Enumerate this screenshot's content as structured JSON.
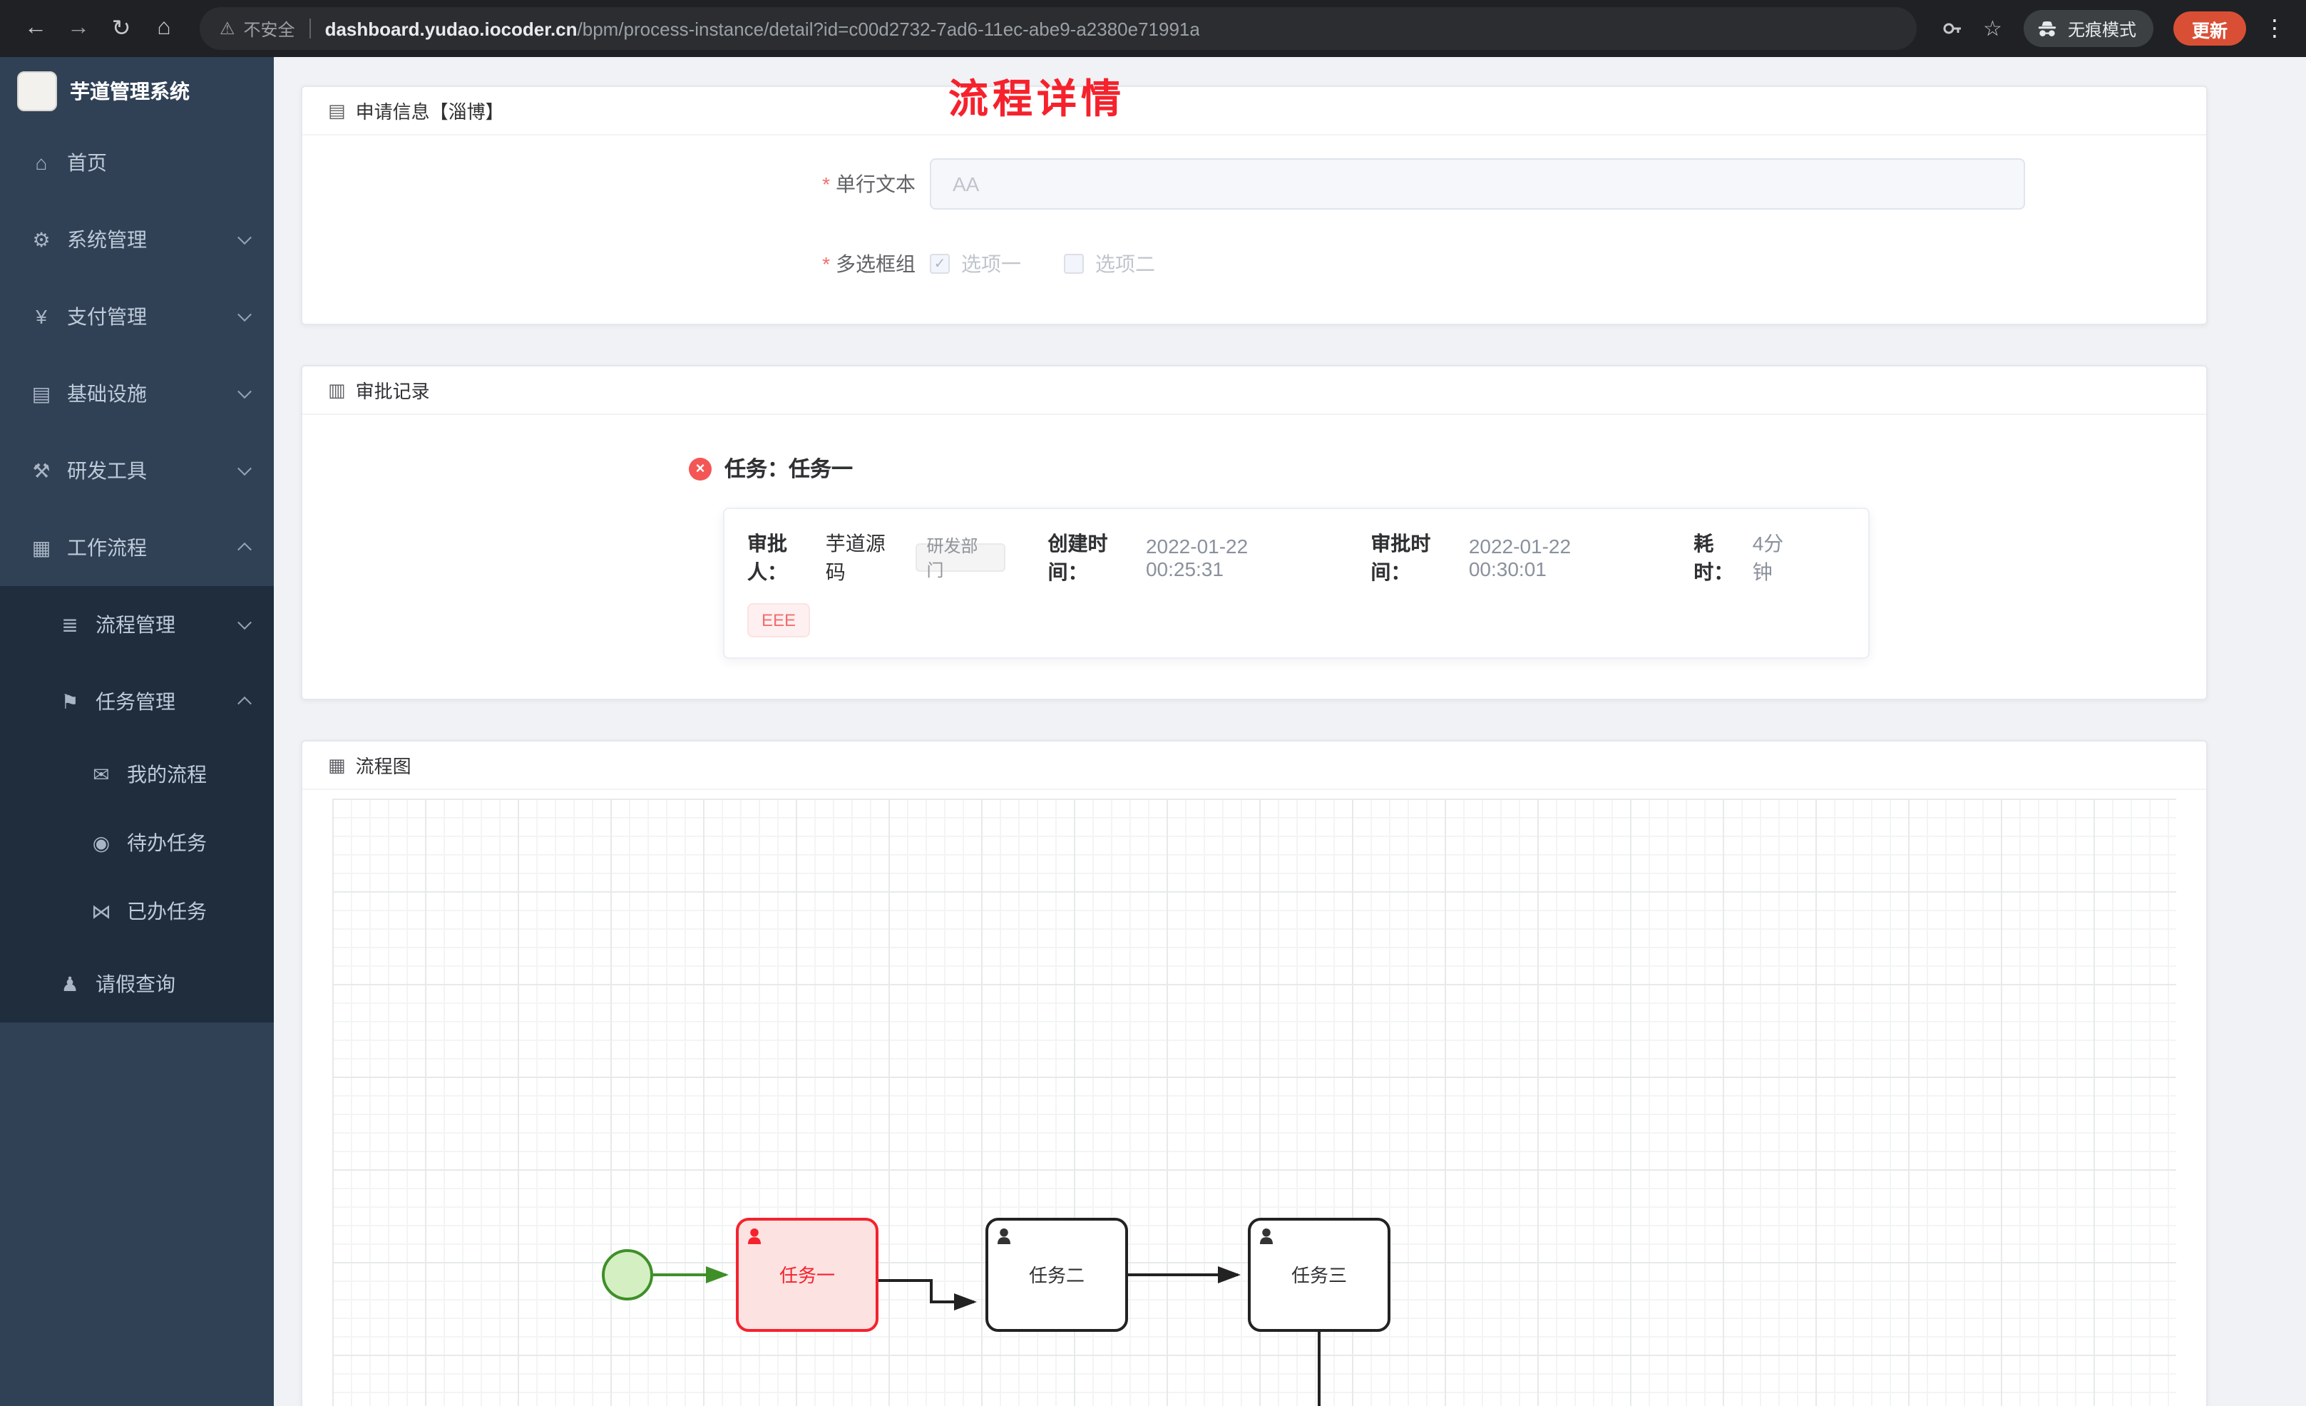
{
  "colors": {
    "title_red": "#f5222d",
    "sidebar_bg": "#304156",
    "submenu_bg": "#1f2d3d",
    "update_button_bg": "#d94f35",
    "danger": "#f56c6c",
    "success_green": "#3f8f29",
    "main_bg": "#f0f2f5"
  },
  "icons": {
    "back": "←",
    "forward": "→",
    "reload": "↻",
    "home": "⌂",
    "warning": "⚠",
    "star": "☆",
    "menu": "⋮",
    "error": "×",
    "check": "✓"
  },
  "browser": {
    "security_label": "不安全",
    "url_host": "dashboard.yudao.iocoder.cn",
    "url_path": "/bpm/process-instance/detail?id=c00d2732-7ad6-11ec-abe9-a2380e71991a",
    "incognito_label": "无痕模式",
    "update_label": "更新"
  },
  "sidebar": {
    "logo_title": "芋道管理系统",
    "items": [
      {
        "label": "首页",
        "icon": "dashboard-icon",
        "glyph": "⌂",
        "level": 1
      },
      {
        "label": "系统管理",
        "icon": "gear-icon",
        "glyph": "⚙",
        "level": 1,
        "chevron": "down"
      },
      {
        "label": "支付管理",
        "icon": "yen-icon",
        "glyph": "¥",
        "level": 1,
        "chevron": "down"
      },
      {
        "label": "基础设施",
        "icon": "monitor-icon",
        "glyph": "▤",
        "level": 1,
        "chevron": "down"
      },
      {
        "label": "研发工具",
        "icon": "tools-icon",
        "glyph": "⚒",
        "level": 1,
        "chevron": "down"
      },
      {
        "label": "工作流程",
        "icon": "workflow-icon",
        "glyph": "▦",
        "level": 1,
        "chevron": "up"
      },
      {
        "label": "流程管理",
        "icon": "process-list-icon",
        "glyph": "≣",
        "level": 2,
        "chevron": "down"
      },
      {
        "label": "任务管理",
        "icon": "task-flag-icon",
        "glyph": "⚑",
        "level": 2,
        "chevron": "up"
      },
      {
        "label": "我的流程",
        "icon": "my-process-icon",
        "glyph": "✉",
        "level": 3
      },
      {
        "label": "待办任务",
        "icon": "todo-eye-icon",
        "glyph": "◉",
        "level": 3
      },
      {
        "label": "已办任务",
        "icon": "done-tasks-icon",
        "glyph": "⋈",
        "level": 3
      },
      {
        "label": "请假查询",
        "icon": "leave-user-icon",
        "glyph": "♟",
        "level": 2
      }
    ]
  },
  "page": {
    "title": "流程详情"
  },
  "apply_card": {
    "header": "申请信息【淄博】",
    "header_glyph": "▤",
    "fields": {
      "text": {
        "label": "单行文本",
        "value": "AA"
      },
      "checkbox_group": {
        "label": "多选框组",
        "options": [
          {
            "label": "选项一",
            "checked": true
          },
          {
            "label": "选项二",
            "checked": false
          }
        ]
      }
    }
  },
  "approval_card": {
    "header": "审批记录",
    "header_glyph": "▥",
    "task_title": "任务：任务一",
    "approver_label": "审批人：",
    "approver_name": "芋道源码",
    "dept_tag": "研发部门",
    "created_label": "创建时间：",
    "created_time": "2022-01-22 00:25:31",
    "approved_label": "审批时间：",
    "approved_time": "2022-01-22 00:30:01",
    "duration_label": "耗时：",
    "duration_value": "4分钟",
    "reason_tag": "EEE"
  },
  "diagram_card": {
    "header": "流程图",
    "header_glyph": "▦",
    "tasks": [
      "任务一",
      "任务二",
      "任务三"
    ]
  }
}
